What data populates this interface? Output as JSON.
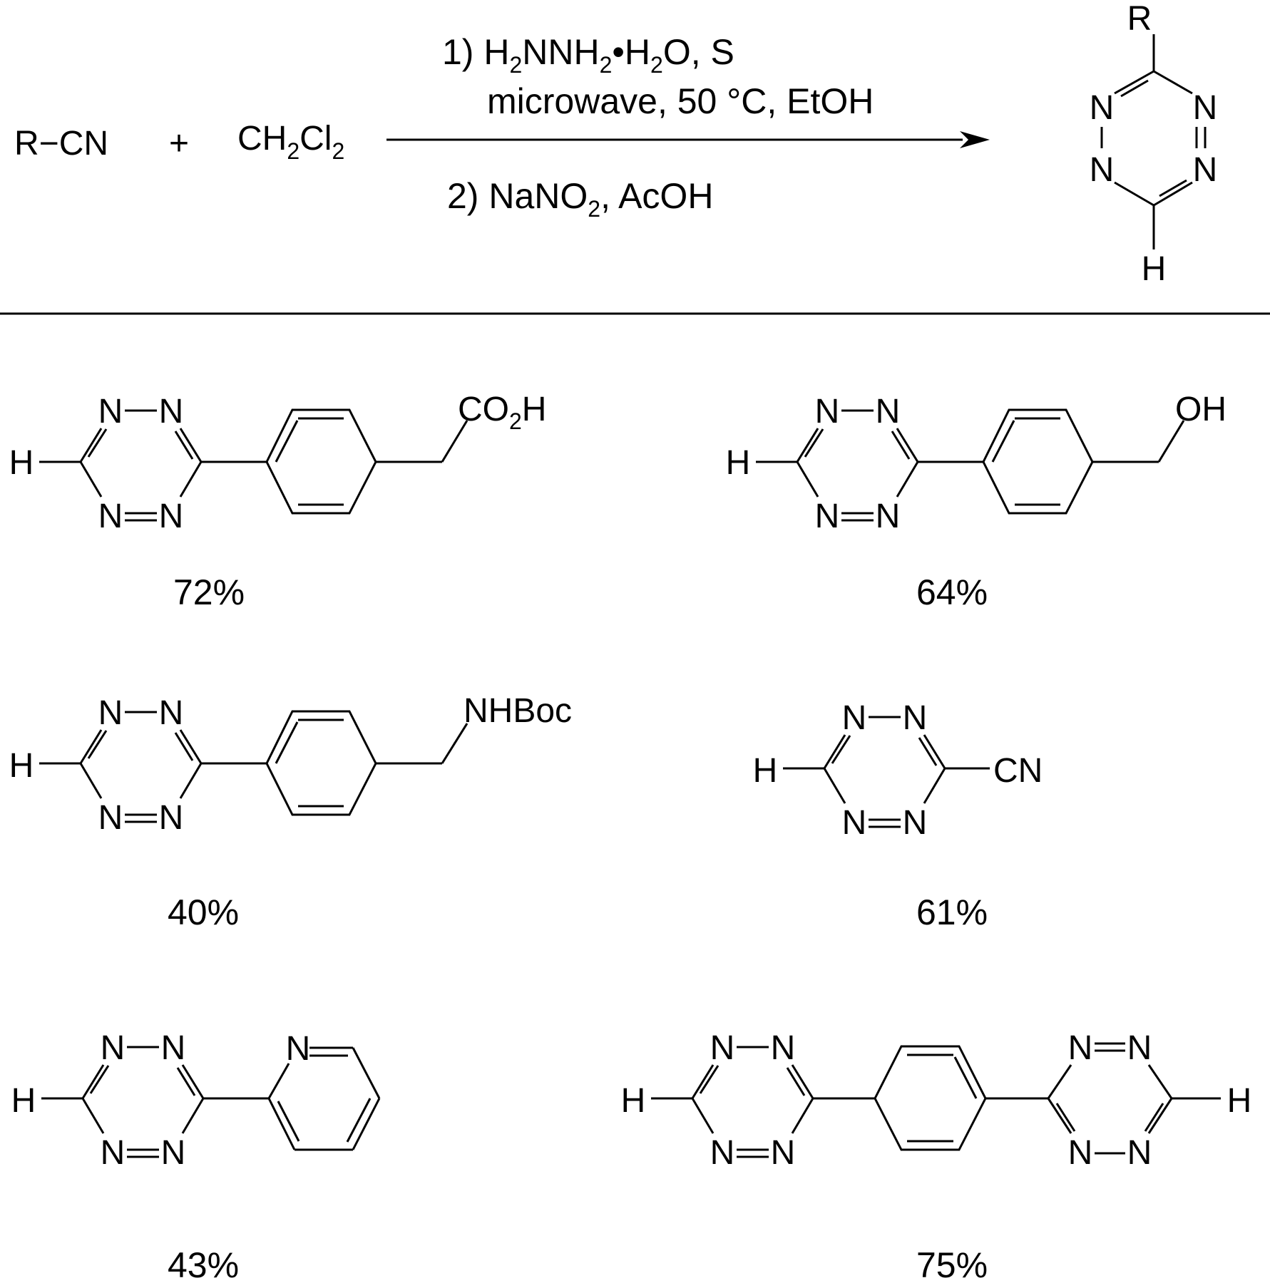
{
  "scheme": {
    "reactant_1": "R−CN",
    "plus": "+",
    "reactant_2": {
      "main": "CH",
      "sub1": "2",
      "mid": "Cl",
      "sub2": "2"
    },
    "step1": {
      "prefix": "1) H",
      "sub1": "2",
      "mid1": "NNH",
      "sub2": "2",
      "mid2": "•H",
      "sub3": "2",
      "suffix": "O, S"
    },
    "step1_line2": "microwave, 50 °C, EtOH",
    "step2": {
      "prefix": "2) NaNO",
      "sub": "2",
      "suffix": ", AcOH"
    },
    "product_labels": {
      "r": "R",
      "h": "H",
      "n": "N"
    }
  },
  "compounds": [
    {
      "substituent": {
        "main": "CO",
        "sub": "2",
        "tail": "H"
      },
      "yield": "72%"
    },
    {
      "substituent": {
        "main": "OH"
      },
      "yield": "64%"
    },
    {
      "substituent": {
        "main": "NHBoc"
      },
      "yield": "40%"
    },
    {
      "substituent": {
        "main": "CN"
      },
      "yield": "61%"
    },
    {
      "substituent": {
        "main": "N"
      },
      "yield": "43%"
    },
    {
      "substituent": {
        "main": ""
      },
      "yield": "75%"
    }
  ],
  "labels": {
    "n": "N",
    "h": "H"
  },
  "colors": {
    "ink": "#000000",
    "background": "#ffffff"
  }
}
